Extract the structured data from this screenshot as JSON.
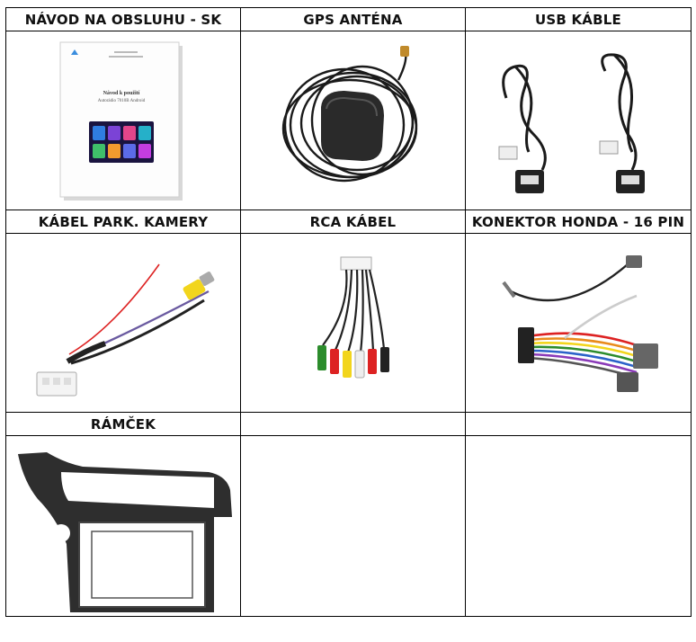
{
  "headers": {
    "r1c1": "NÁVOD NA OBSLUHU - SK",
    "r1c2": "GPS ANTÉNA",
    "r1c3": "USB KÁBLE",
    "r2c1": "KÁBEL PARK. KAMERY",
    "r2c2": "RCA KÁBEL",
    "r2c3": "KONEKTOR HONDA - 16 PIN",
    "r3c1": "RÁMČEK",
    "r3c2": "",
    "r3c3": ""
  },
  "manual": {
    "title": "Návod k použití",
    "subtitle": "Autorádio 7010B Android"
  }
}
